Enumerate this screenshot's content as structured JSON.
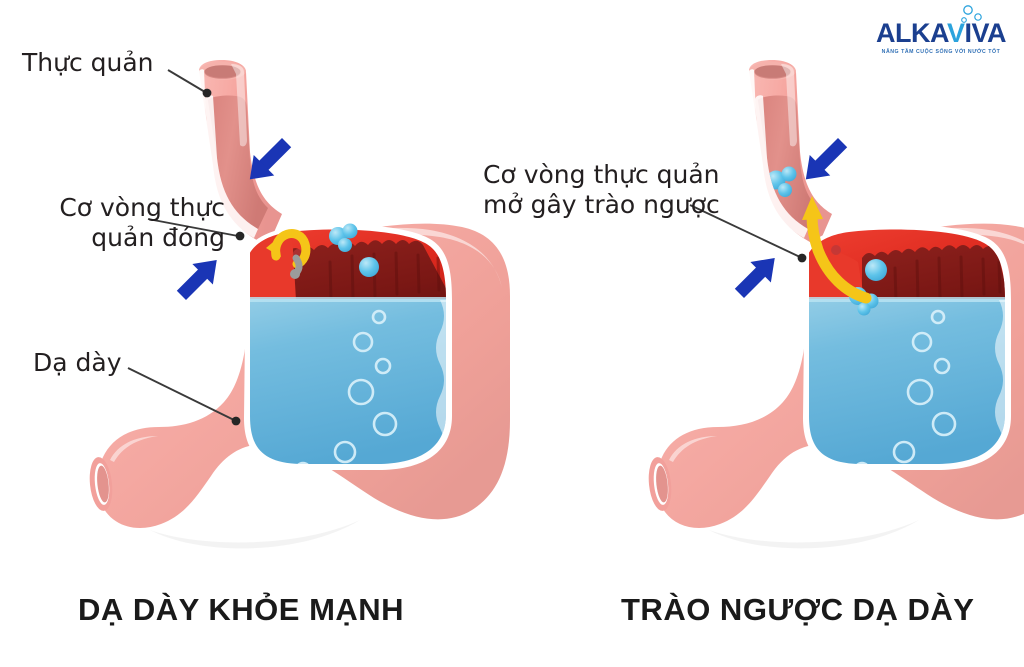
{
  "brand": {
    "name_part1": "A",
    "name_alka": "LKA",
    "name_v": "V",
    "name_iva": "IVA",
    "full_name": "ALKAVIVA",
    "tagline": "NÂNG TẦM CUỘC SỐNG VỚI NƯỚC TỐT",
    "color_dark": "#1b3f8f",
    "color_light": "#2ba3dd"
  },
  "diagram_left": {
    "caption": "DẠ DÀY KHỎE MẠNH",
    "labels": {
      "esophagus": "Thực quản",
      "sphincter": "Cơ vòng thực\nquản đóng",
      "stomach": "Dạ dày"
    }
  },
  "diagram_right": {
    "caption": "TRÀO NGƯỢC DẠ DÀY",
    "labels": {
      "sphincter": "Cơ vòng thực quản\nmở gây trào ngược"
    }
  },
  "palette": {
    "tissue_pink": "#f4a9a4",
    "tissue_pink_light": "#fbc9c4",
    "tissue_pink_dark": "#e28d89",
    "mucosa_red": "#e02d22",
    "acid_dark_red": "#7d1a18",
    "liquid_blue": "#62b4dd",
    "bubble_blue": "#4fc0e8",
    "arrow_blue": "#1a35b5",
    "arrow_yellow": "#f5c518",
    "leader_line": "#3a3a3a",
    "background": "#ffffff"
  }
}
